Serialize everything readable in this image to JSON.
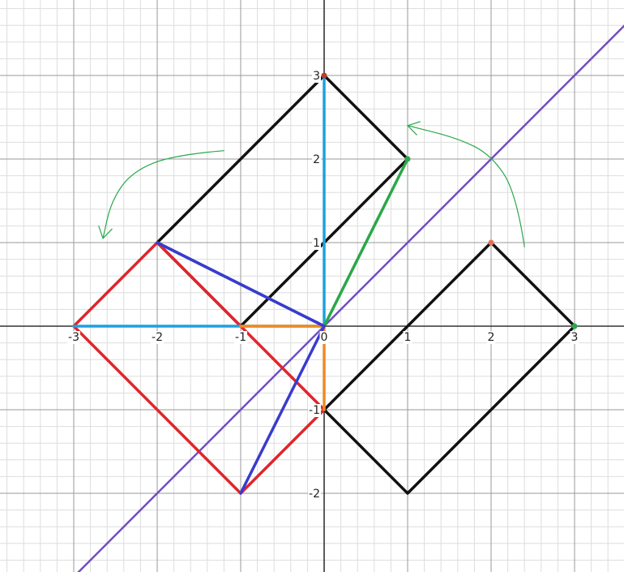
{
  "chart_data": {
    "type": "line",
    "title": "",
    "xlabel": "",
    "ylabel": "",
    "xlim": [
      -3.9,
      3.6
    ],
    "ylim": [
      -2.95,
      3.9
    ],
    "grid": true,
    "minor_grid_per_unit": 5,
    "x_ticks": [
      {
        "value": -3,
        "label": "-3"
      },
      {
        "value": -2,
        "label": "-2"
      },
      {
        "value": -1,
        "label": "-1"
      },
      {
        "value": 0,
        "label": "0"
      },
      {
        "value": 1,
        "label": "1"
      },
      {
        "value": 2,
        "label": "2"
      },
      {
        "value": 3,
        "label": "3"
      }
    ],
    "y_ticks": [
      {
        "value": -2,
        "label": "-2"
      },
      {
        "value": -1,
        "label": "-1"
      },
      {
        "value": 1,
        "label": "1"
      },
      {
        "value": 2,
        "label": "2"
      },
      {
        "value": 3,
        "label": "3"
      }
    ],
    "lines": [
      {
        "kind": "line-y-equals-x",
        "color": "#6f4fc4",
        "x": [
          -3,
          3.6
        ],
        "y": [
          -3,
          3.6
        ]
      }
    ],
    "polygons": [
      {
        "kind": "square-upper",
        "color": "#111111",
        "points": [
          [
            -1,
            0
          ],
          [
            1,
            2
          ],
          [
            0,
            3
          ],
          [
            -2,
            1
          ]
        ]
      },
      {
        "kind": "square-right",
        "color": "#111111",
        "points": [
          [
            2,
            1
          ],
          [
            3,
            0
          ],
          [
            1,
            -2
          ],
          [
            0,
            -1
          ]
        ]
      },
      {
        "kind": "square-red",
        "color": "#e0252b",
        "points": [
          [
            -3,
            0
          ],
          [
            -2,
            1
          ],
          [
            0,
            -1
          ],
          [
            -1,
            -2
          ]
        ]
      }
    ],
    "segments": [
      {
        "kind": "cyan-vertical",
        "color": "#1ea0e0",
        "points": [
          [
            0,
            0
          ],
          [
            0,
            3
          ]
        ]
      },
      {
        "kind": "cyan-horizontal",
        "color": "#1ea0e0",
        "points": [
          [
            -3,
            0
          ],
          [
            0,
            0
          ]
        ]
      },
      {
        "kind": "orange-horizontal",
        "color": "#f08a24",
        "points": [
          [
            -1,
            0
          ],
          [
            0,
            0
          ]
        ]
      },
      {
        "kind": "orange-vertical",
        "color": "#f08a24",
        "points": [
          [
            0,
            0
          ],
          [
            0,
            -1
          ]
        ]
      },
      {
        "kind": "green-to-1-2",
        "color": "#2aa84a",
        "points": [
          [
            0,
            0
          ],
          [
            1,
            2
          ]
        ]
      },
      {
        "kind": "green-to-neg2-1",
        "color": "#2aa84a",
        "points": [
          [
            0,
            0
          ],
          [
            -2,
            1
          ]
        ]
      },
      {
        "kind": "blue-to-neg2-1",
        "color": "#3a3ad0",
        "points": [
          [
            0,
            0
          ],
          [
            -2,
            1
          ]
        ]
      },
      {
        "kind": "blue-to-neg1-neg2",
        "color": "#3a3ad0",
        "points": [
          [
            0,
            0
          ],
          [
            -1,
            -2
          ]
        ]
      }
    ],
    "annotations": [
      {
        "kind": "green-arrow-right",
        "color": "#2aa84a",
        "points": [
          [
            2.4,
            0.95
          ],
          [
            2.3,
            1.6
          ],
          [
            2.0,
            2.05
          ],
          [
            1.6,
            2.25
          ],
          [
            1.0,
            2.4
          ]
        ],
        "arrowhead": "end"
      },
      {
        "kind": "green-arrow-left",
        "color": "#2aa84a",
        "points": [
          [
            -1.2,
            2.1
          ],
          [
            -1.8,
            2.05
          ],
          [
            -2.3,
            1.85
          ],
          [
            -2.55,
            1.5
          ],
          [
            -2.65,
            1.05
          ]
        ],
        "arrowhead": "end"
      }
    ],
    "points": [
      {
        "kind": "point-0-3",
        "x": 0,
        "y": 3,
        "color": "#c0392b"
      },
      {
        "kind": "point-2-1",
        "x": 2,
        "y": 1,
        "color": "#e8705a"
      },
      {
        "kind": "point-3-0",
        "x": 3,
        "y": 0,
        "color": "#2aa84a"
      },
      {
        "kind": "point-1-2",
        "x": 1,
        "y": 2,
        "color": "#2aa84a"
      }
    ]
  }
}
